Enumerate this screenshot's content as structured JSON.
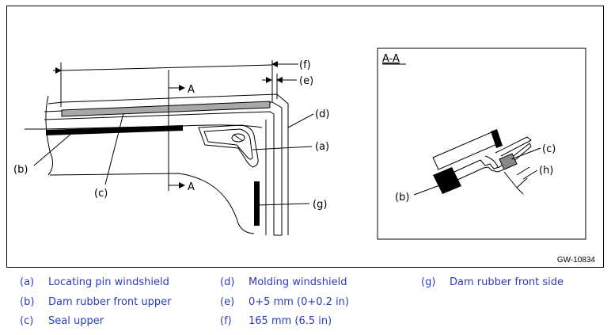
{
  "figure": {
    "code": "GW-10834",
    "section_label": "A-A",
    "cut_label": "A",
    "callouts": {
      "a": "(a)",
      "b": "(b)",
      "c": "(c)",
      "d": "(d)",
      "e": "(e)",
      "f": "(f)",
      "g": "(g)",
      "h": "(h)"
    }
  },
  "legend": {
    "a": {
      "label": "(a)",
      "text": "Locating pin windshield"
    },
    "b": {
      "label": "(b)",
      "text": "Dam rubber front upper"
    },
    "c": {
      "label": "(c)",
      "text": "Seal upper"
    },
    "d": {
      "label": "(d)",
      "text": "Molding windshield"
    },
    "e": {
      "label": "(e)",
      "text": "0+5 mm (0+0.2 in)"
    },
    "f": {
      "label": "(f)",
      "text": "165 mm (6.5 in)"
    },
    "g": {
      "label": "(g)",
      "text": "Dam rubber front side"
    }
  }
}
